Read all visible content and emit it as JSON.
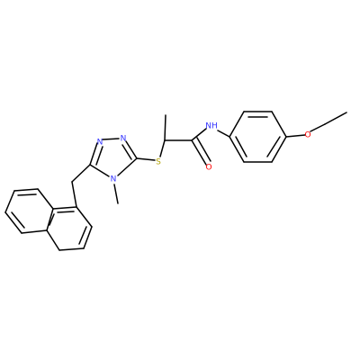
{
  "colors": {
    "background": "#ffffff",
    "bond": "#000000",
    "nitrogen": "#3333ff",
    "oxygen": "#ff0000",
    "sulfur": "#b2a200",
    "carbon": "#000000"
  },
  "atom_labels": {
    "n_triazole_1": "N",
    "n_triazole_2": "N",
    "n_triazole_4": "N",
    "sulfur": "S",
    "nh_amide": "NH",
    "o_carbonyl": "O",
    "o_ether": "O"
  }
}
